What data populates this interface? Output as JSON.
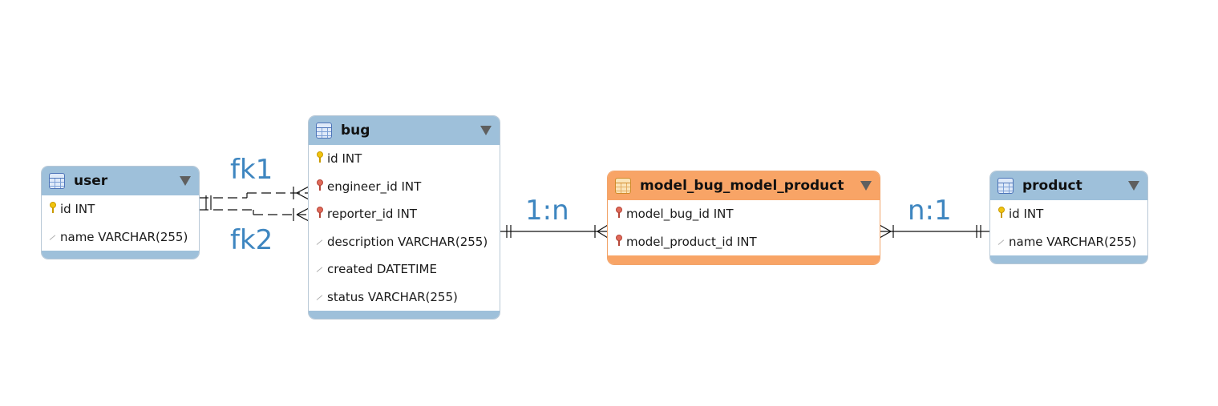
{
  "tables": {
    "user": {
      "name": "user",
      "columns": [
        {
          "key": "pk",
          "text": "id INT"
        },
        {
          "key": "plain",
          "text": "name VARCHAR(255)"
        }
      ]
    },
    "bug": {
      "name": "bug",
      "columns": [
        {
          "key": "pk",
          "text": "id INT"
        },
        {
          "key": "fk",
          "text": "engineer_id INT"
        },
        {
          "key": "fk",
          "text": "reporter_id INT"
        },
        {
          "key": "plain",
          "text": "description VARCHAR(255)"
        },
        {
          "key": "plain",
          "text": "created DATETIME"
        },
        {
          "key": "plain",
          "text": "status VARCHAR(255)"
        }
      ]
    },
    "model_bug_model_product": {
      "name": "model_bug_model_product",
      "columns": [
        {
          "key": "fk",
          "text": "model_bug_id INT"
        },
        {
          "key": "fk",
          "text": "model_product_id INT"
        }
      ]
    },
    "product": {
      "name": "product",
      "columns": [
        {
          "key": "pk",
          "text": "id INT"
        },
        {
          "key": "plain",
          "text": "name VARCHAR(255)"
        }
      ]
    }
  },
  "relations": {
    "fk1": "fk1",
    "fk2": "fk2",
    "one_to_many": "1:n",
    "many_to_one": "n:1"
  },
  "colors": {
    "header_blue": "#9ec0da",
    "header_orange": "#f8a466",
    "label_blue": "#3e86c0"
  }
}
